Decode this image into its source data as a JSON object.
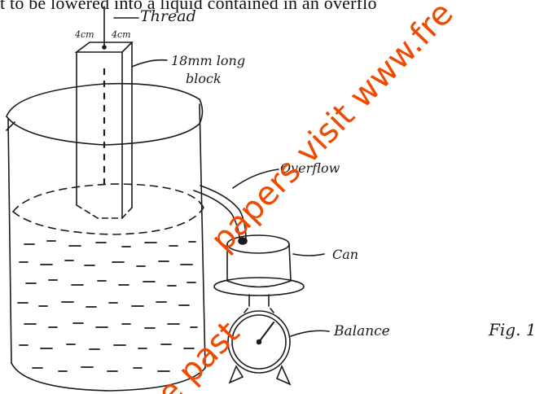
{
  "header_text": "t to be lowered into a liquid contained in an overflo",
  "labels": {
    "thread": "Thread",
    "dim_left": "4cm",
    "dim_right": "4cm",
    "block": "18mm long block",
    "overflow": "Overflow",
    "can": "Can",
    "balance": "Balance",
    "figure": "Fig. 1"
  },
  "watermark": {
    "text_upper": "papers visit www.fre",
    "text_lower": "e past",
    "color": "#f04a00"
  }
}
